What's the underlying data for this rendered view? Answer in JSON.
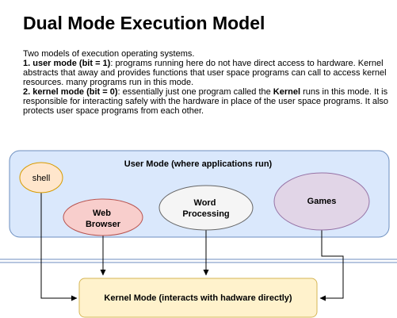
{
  "title": "Dual Mode Execution Model",
  "description": {
    "intro": "Two models of execution operating systems.",
    "user_mode": {
      "term": "1. user mode (bit = 1)",
      "text": ": programs running here do not have direct access to hardware. Kernel abstracts that away and provides functions that user space programs can call to access kernel resources. many programs run in this mode."
    },
    "kernel_mode": {
      "term": "2. kernel mode (bit = 0)",
      "text_before": ": essentially just one program called the ",
      "kernel_word": "Kernel",
      "text_after": " runs in this mode. It is responsible for interacting safely with the hardware in place of the user space programs. It also protects user space programs from each other."
    }
  },
  "diagram": {
    "user_mode_container": {
      "label": "User Mode (where applications run)",
      "fill": "#dae8fc",
      "stroke": "#6c8ebf"
    },
    "nodes": {
      "shell": {
        "label": "shell",
        "fill": "#ffe6cc",
        "stroke": "#d79b00"
      },
      "web_browser": {
        "line1": "Web",
        "line2": "Browser",
        "fill": "#f8cecc",
        "stroke": "#b85450"
      },
      "word_processing": {
        "line1": "Word",
        "line2": "Processing",
        "fill": "#f5f5f5",
        "stroke": "#666666"
      },
      "games": {
        "label": "Games",
        "fill": "#e1d5e7",
        "stroke": "#9673a6"
      }
    },
    "kernel_mode_box": {
      "label": "Kernel Mode (interacts with hadware directly)",
      "fill": "#fff2cc",
      "stroke": "#d6b656"
    },
    "boundary_color": "#6c8ebf",
    "connector_color": "#000000"
  }
}
